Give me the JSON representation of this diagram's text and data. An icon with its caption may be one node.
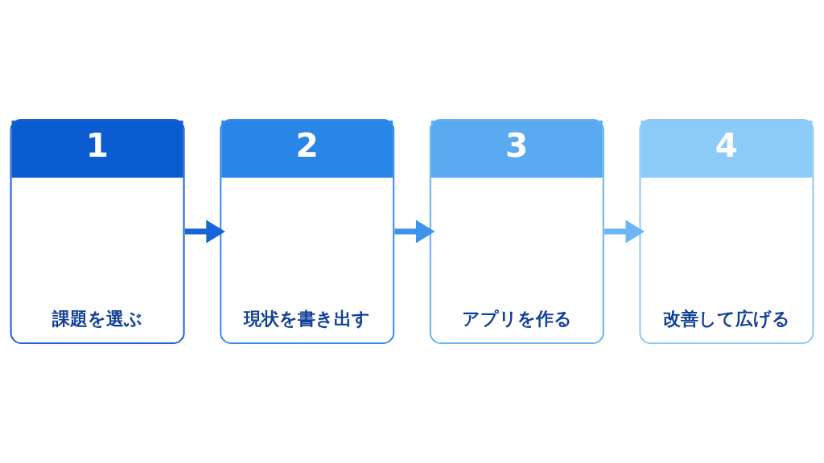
{
  "diagram": {
    "nodes": [
      {
        "text": [
          "1",
          "課題を選ぶ"
        ]
      },
      {
        "text": [
          "2",
          "現状を書き出す"
        ]
      },
      {
        "text": [
          "3",
          "アプリを作る"
        ]
      },
      {
        "text": [
          "4",
          "改善して広げる"
        ]
      }
    ],
    "edges": [
      {
        "from": 0,
        "to": 1,
        "arrow": "to",
        "color": "#1565d8"
      },
      {
        "from": 1,
        "to": 2,
        "arrow": "to",
        "color": "#3f93ec"
      },
      {
        "from": 2,
        "to": 3,
        "arrow": "to",
        "color": "#6cb6f6"
      }
    ]
  }
}
